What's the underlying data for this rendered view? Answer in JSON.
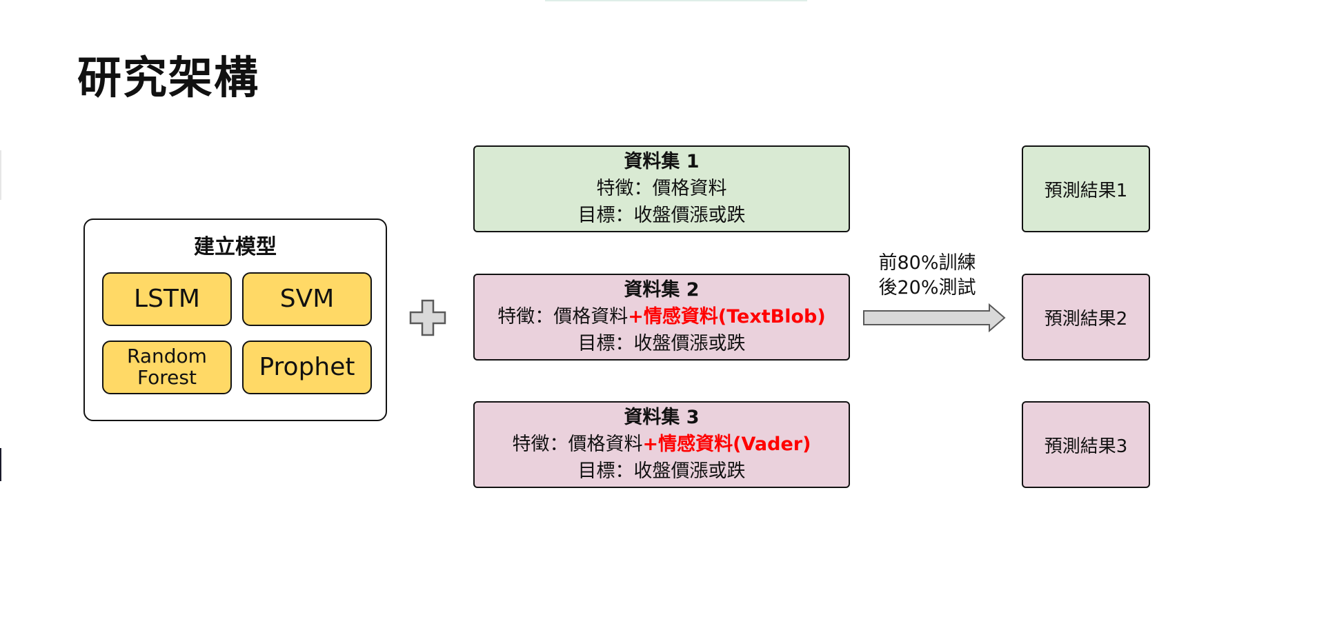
{
  "page": {
    "title": "研究架構"
  },
  "models": {
    "title": "建立模型",
    "items": [
      "LSTM",
      "SVM",
      "Random Forest",
      "Prophet"
    ]
  },
  "datasets": [
    {
      "title": "資料集 1",
      "feature_prefix": "特徵：價格資料",
      "feature_highlight": "",
      "target": "目標：收盤價漲或跌",
      "color": "#d9ead3"
    },
    {
      "title": "資料集 2",
      "feature_prefix": "特徵：價格資料",
      "feature_highlight": "+情感資料(TextBlob)",
      "target": "目標：收盤價漲或跌",
      "color": "#ead1dc"
    },
    {
      "title": "資料集 3",
      "feature_prefix": "特徵：價格資料",
      "feature_highlight": "+情感資料(Vader)",
      "target": "目標：收盤價漲或跌",
      "color": "#ead1dc"
    }
  ],
  "split": {
    "train": "前80%訓練",
    "test": "後20%測試"
  },
  "results": [
    "預測結果1",
    "預測結果2",
    "預測結果3"
  ],
  "colors": {
    "model_fill": "#ffd966",
    "highlight": "#ff0000",
    "green_fill": "#d9ead3",
    "pink_fill": "#ead1dc",
    "connector_fill": "#d9d9d9",
    "connector_stroke": "#595959"
  },
  "icons": {
    "plus": "plus-icon",
    "arrow": "right-arrow-icon"
  }
}
